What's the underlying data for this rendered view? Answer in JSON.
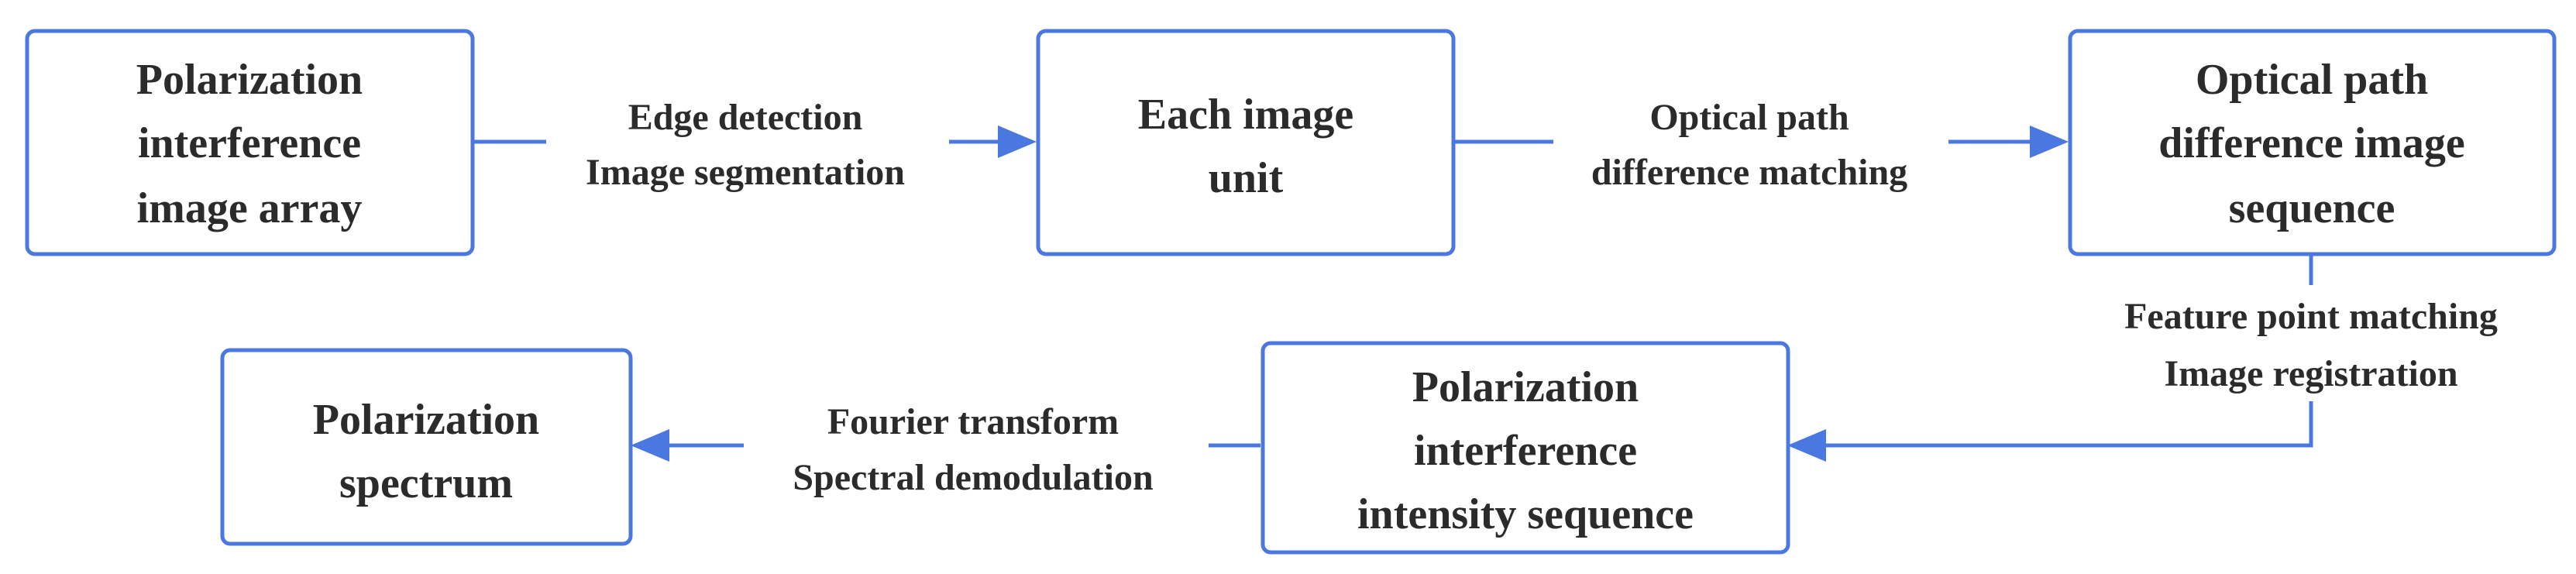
{
  "colors": {
    "stroke": "#4a78e0",
    "text": "#2b2b2b",
    "background": "#ffffff"
  },
  "nodes": [
    {
      "id": "polarization-interference-image-array",
      "lines": [
        "Polarization",
        "interference",
        "image array"
      ]
    },
    {
      "id": "each-image-unit",
      "lines": [
        "Each image",
        "unit"
      ]
    },
    {
      "id": "optical-path-difference-image-sequence",
      "lines": [
        "Optical path",
        "difference image",
        "sequence"
      ]
    },
    {
      "id": "polarization-interference-intensity-sequence",
      "lines": [
        "Polarization",
        "interference",
        "intensity sequence"
      ]
    },
    {
      "id": "polarization-spectrum",
      "lines": [
        "Polarization",
        "spectrum"
      ]
    }
  ],
  "edges": [
    {
      "id": "edge-detection-segmentation",
      "from": "polarization-interference-image-array",
      "to": "each-image-unit",
      "labels": [
        "Edge detection",
        "Image segmentation"
      ]
    },
    {
      "id": "optical-path-difference-matching",
      "from": "each-image-unit",
      "to": "optical-path-difference-image-sequence",
      "labels": [
        "Optical path",
        "difference matching"
      ]
    },
    {
      "id": "feature-point-matching-registration",
      "from": "optical-path-difference-image-sequence",
      "to": "polarization-interference-intensity-sequence",
      "labels": [
        "Feature point matching",
        "Image registration"
      ]
    },
    {
      "id": "fourier-transform-demodulation",
      "from": "polarization-interference-intensity-sequence",
      "to": "polarization-spectrum",
      "labels": [
        "Fourier transform",
        "Spectral demodulation"
      ]
    }
  ]
}
